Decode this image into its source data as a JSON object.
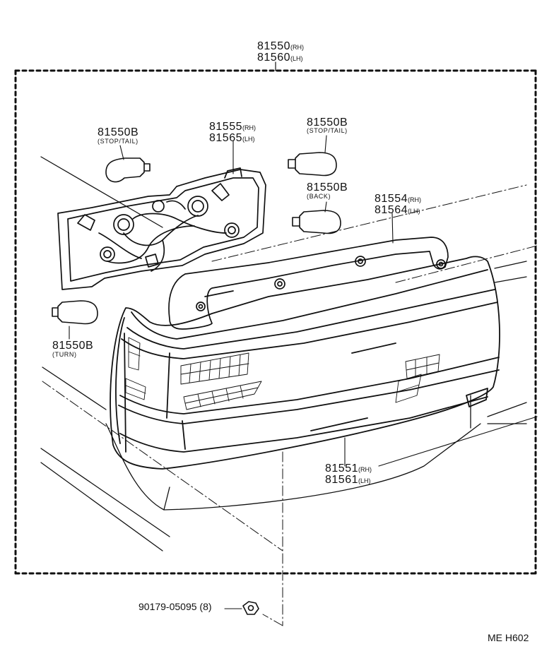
{
  "callouts": {
    "assembly": {
      "rh_number": "81550",
      "rh_suffix": "(RH)",
      "lh_number": "81560",
      "lh_suffix": "(LH)"
    },
    "bulb_stop_tail_left": {
      "number": "81550B",
      "note": "(STOP/TAIL)"
    },
    "socket_wiring": {
      "rh_number": "81555",
      "rh_suffix": "(RH)",
      "lh_number": "81565",
      "lh_suffix": "(LH)"
    },
    "bulb_stop_tail_right": {
      "number": "81550B",
      "note": "(STOP/TAIL)"
    },
    "bulb_back": {
      "number": "81550B",
      "note": "(BACK)"
    },
    "gasket": {
      "rh_number": "81554",
      "rh_suffix": "(RH)",
      "lh_number": "81564",
      "lh_suffix": "(LH)"
    },
    "bulb_turn": {
      "number": "81550B",
      "note": "(TURN)"
    },
    "lens_housing": {
      "rh_number": "81551",
      "rh_suffix": "(RH)",
      "lh_number": "81561",
      "lh_suffix": "(LH)"
    },
    "nut": {
      "number": "90179-05095",
      "qty": "(8)"
    }
  },
  "diagram_code": "ME H602",
  "colors": {
    "line": "#111111",
    "background": "#ffffff"
  }
}
